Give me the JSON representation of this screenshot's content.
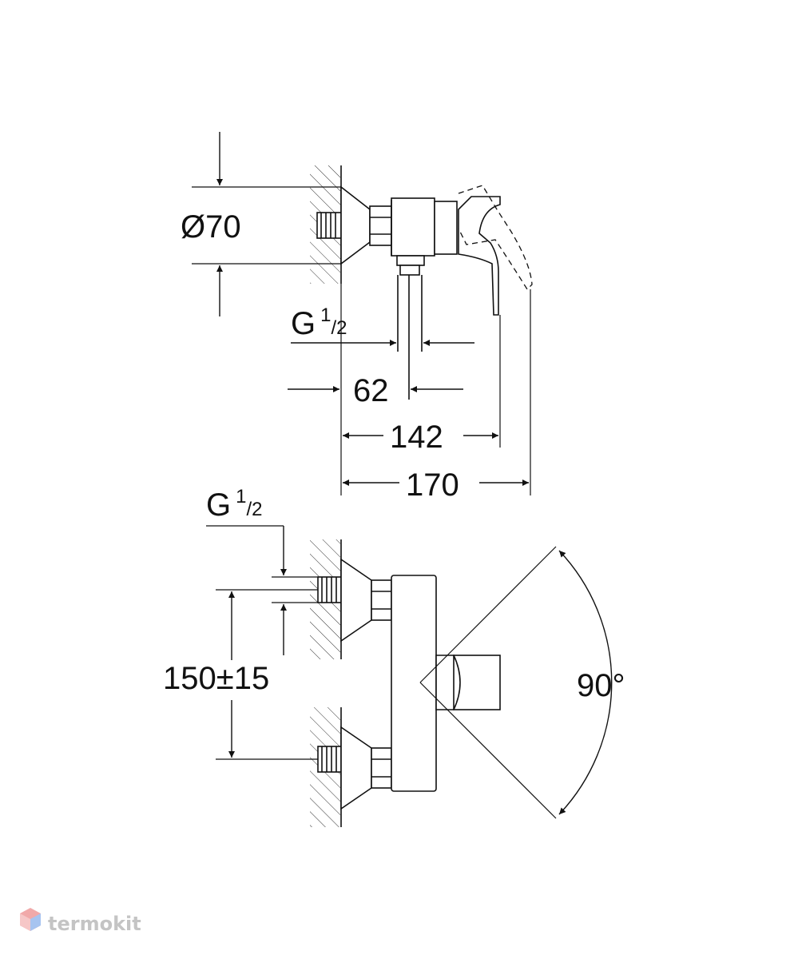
{
  "dimensions": {
    "diameter": "Ø70",
    "thread_top": {
      "main": "G",
      "sup": "1",
      "sub": "/2"
    },
    "offset": "62",
    "depth": "142",
    "total_depth": "170",
    "thread_bottom": {
      "main": "G",
      "sup": "1",
      "sub": "/2"
    },
    "center_distance": "150±15",
    "rotation": "90°"
  },
  "watermark": {
    "text": "termokit"
  },
  "colors": {
    "line": "#111111",
    "hatch": "#222222",
    "watermark": "#c9c9c9"
  }
}
